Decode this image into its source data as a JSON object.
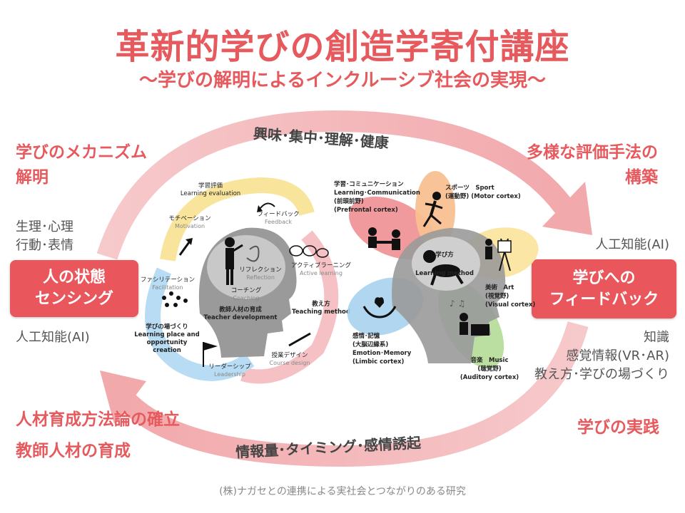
{
  "title": "革新的学びの創造学寄付講座",
  "subtitle": "〜学びの解明によるインクルーシブ社会の実現〜",
  "arc_top": "興味･集中･理解･健康",
  "arc_bottom": "情報量･タイミング･感情誘起",
  "left": {
    "mechanism_l1": "学びのメカニズム",
    "mechanism_l2": "解明",
    "physio_l1": "生理･心理",
    "physio_l2": "行動･表情",
    "box_l1": "人の状態",
    "box_l2": "センシング",
    "ai": "人工知能(AI)",
    "method_l1": "人材育成方法論の確立",
    "method_l2": "教師人材の育成"
  },
  "right": {
    "eval_l1": "多様な評価手法の",
    "eval_l2": "構築",
    "ai": "人工知能(AI)",
    "box_l1": "学びへの",
    "box_l2": "フィードバック",
    "knowledge": "知識",
    "vr": "感覚情報(VR･AR)",
    "teaching": "教え方･学びの場づくり",
    "practice": "学びの実践"
  },
  "cycle": {
    "eval_jp": "学習評価",
    "eval_en": "Learning evaluation",
    "motivation_jp": "モチベーション",
    "motivation_en": "Motivation",
    "feedback_jp": "フィードバック",
    "feedback_en": "Feedback",
    "reflection_jp": "リフレクション",
    "reflection_en": "Reflection",
    "facilitation_jp": "ファシリテーション",
    "facilitation_en": "Facilitation",
    "coaching_jp": "コーチング",
    "coaching_en": "Coaching",
    "active_jp": "アクティブラーニング",
    "active_en": "Active learning",
    "teachdev_jp": "教師人材の育成",
    "teachdev_en": "Teacher development",
    "method_jp": "教え方",
    "method_en": "Teaching method",
    "place_jp": "学びの場づくり",
    "place_en1": "Learning place and",
    "place_en2": "opportunity creation",
    "course_jp": "授業デザイン",
    "course_en": "Course design",
    "leader_jp": "リーダーシップ",
    "leader_en": "Leadership"
  },
  "brain": {
    "comm_l1": "学習･コミュニケーション",
    "comm_l2": "Learning･Communication",
    "comm_l3": "(前頭前野)",
    "comm_l4": "(Prefrontal cortex)",
    "sport_l1": "スポーツ　Sport",
    "sport_l2": "(運動野) (Motor cortex)",
    "center_jp": "学び方",
    "center_en": "Learning method",
    "art_l1": "美術　Art",
    "art_l2": "(視覚野)",
    "art_l3": "(Visual cortex)",
    "emotion_l1": "感情･記憶",
    "emotion_l2": "(大脳辺縁系)",
    "emotion_l3": "Emotion･Memory",
    "emotion_l4": "(Limbic cortex)",
    "music_l1": "音楽　Music",
    "music_l2": "(聴覚野)",
    "music_l3": "(Auditory cortex)"
  },
  "footer": "(株)ナガセとの連携による実社会とつながりのある研究"
}
